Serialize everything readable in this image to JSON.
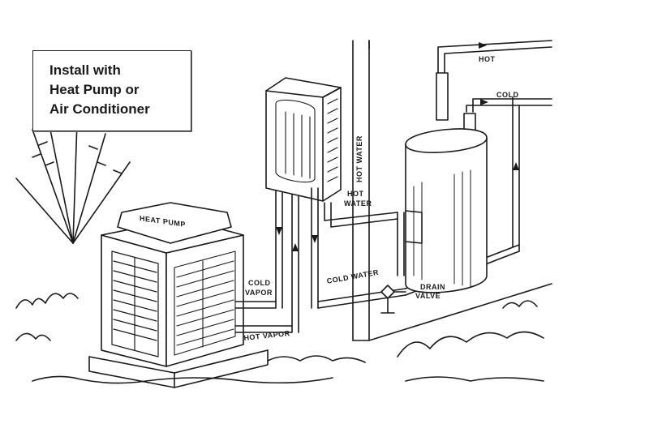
{
  "caption": {
    "lines": [
      "Install with",
      "Heat Pump or",
      "Air Conditioner"
    ]
  },
  "labels": {
    "heat_pump": "HEAT PUMP",
    "hot_pipe": "HOT",
    "cold_pipe": "COLD",
    "hot_water_riser": "HOT WATER",
    "hot_water_outlet_1": "HOT",
    "hot_water_outlet_2": "WATER",
    "cold_vapor_1": "COLD",
    "cold_vapor_2": "VAPOR",
    "cold_water": "COLD WATER",
    "drain_valve_1": "DRAIN",
    "drain_valve_2": "VALVE",
    "hot_vapor": "HOT VAPOR"
  },
  "colors": {
    "ink": "#1a1a1a",
    "paper": "#ffffff"
  }
}
